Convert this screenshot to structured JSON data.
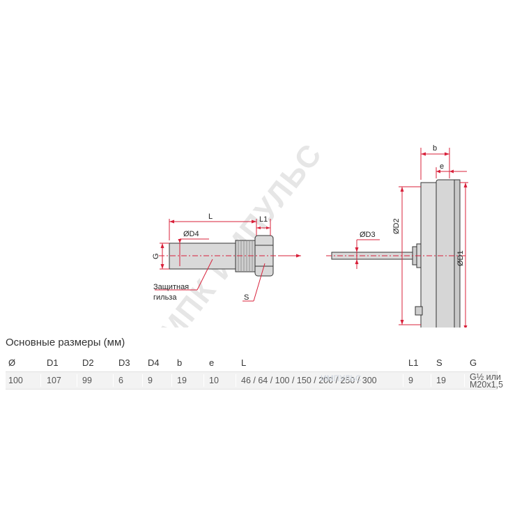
{
  "drawing": {
    "labels": {
      "L_left": "L",
      "L1": "L1",
      "D4": "ØD4",
      "G": "G",
      "S": "S",
      "sleeve_line1": "Защитная",
      "sleeve_line2": "гильза",
      "b": "b",
      "e": "e",
      "D3": "ØD3",
      "D2": "ØD2",
      "D1": "ØD1"
    },
    "watermark": "МПК ИМПУЛЬС",
    "colors": {
      "dimension": "#d8203a",
      "outline": "#333333",
      "fill": "#d9d9d9"
    }
  },
  "table": {
    "title": "Основные размеры (мм)",
    "headers": [
      "Ø",
      "D1",
      "D2",
      "D3",
      "D4",
      "b",
      "e",
      "L",
      "L1",
      "S",
      "G"
    ],
    "values": [
      "100",
      "107",
      "99",
      "6",
      "9",
      "19",
      "10",
      "46 / 64 / 100 / 150 / 200 / 250 / 300",
      "9",
      "19",
      "G½ или",
      "М20х1,5"
    ],
    "watermark": "ИМПУЛЬС"
  }
}
